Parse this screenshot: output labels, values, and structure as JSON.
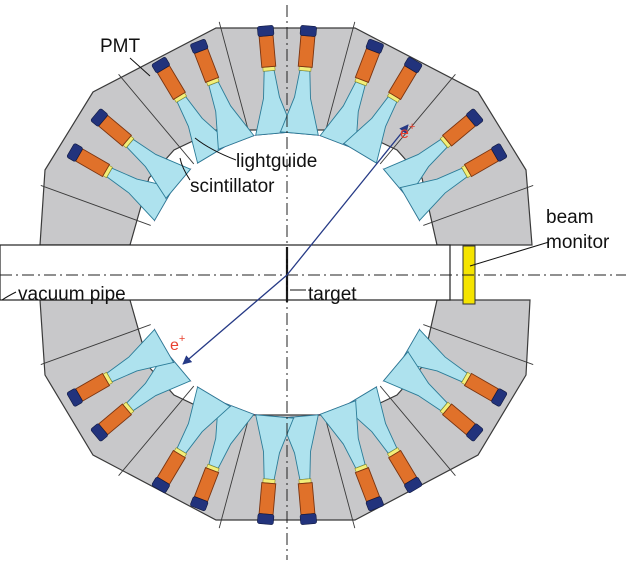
{
  "labels": {
    "pmt": "PMT",
    "lightguide": "lightguide",
    "scintillator": "scintillator",
    "beam": "beam",
    "monitor": "monitor",
    "vacuum_pipe": "vacuum pipe",
    "target": "target",
    "positron_base": "e",
    "positron_sup": "+"
  },
  "colors": {
    "housing": "#c8c8ca",
    "housing_edge": "#3a3a3a",
    "lightguide": "#aee2ee",
    "lightguide_edge": "#2b7c98",
    "scintillator": "#c23fa0",
    "pmt_body": "#e0712a",
    "pmt_cap": "#22337c",
    "coupler": "#f2ef7a",
    "beam_monitor": "#f5e400",
    "track": "#263a86",
    "positron_label": "#e8402e",
    "axis": "#222222"
  },
  "icons": {
    "track_arrow": "arrowhead-icon"
  }
}
